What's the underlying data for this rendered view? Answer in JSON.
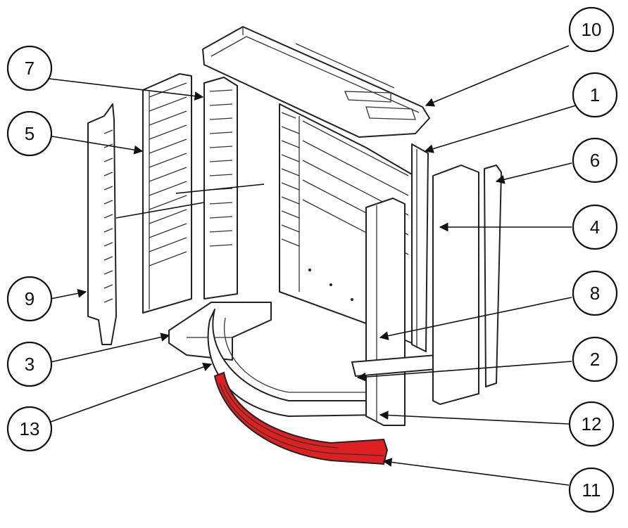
{
  "diagram": {
    "callouts": [
      {
        "id": "c1",
        "label": "1"
      },
      {
        "id": "c2",
        "label": "2"
      },
      {
        "id": "c3",
        "label": "3"
      },
      {
        "id": "c4",
        "label": "4"
      },
      {
        "id": "c5",
        "label": "5"
      },
      {
        "id": "c6",
        "label": "6"
      },
      {
        "id": "c7",
        "label": "7"
      },
      {
        "id": "c8",
        "label": "8"
      },
      {
        "id": "c9",
        "label": "9"
      },
      {
        "id": "c10",
        "label": "10"
      },
      {
        "id": "c11",
        "label": "11"
      },
      {
        "id": "c12",
        "label": "12"
      },
      {
        "id": "c13",
        "label": "13"
      }
    ],
    "colors": {
      "line": "#222222",
      "highlight_part": "#e02020",
      "background": "#ffffff"
    }
  }
}
